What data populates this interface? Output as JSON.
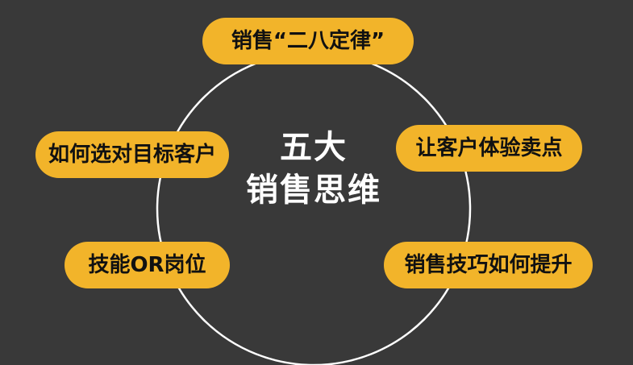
{
  "center": {
    "line1": "五大",
    "line2": "销售思维"
  },
  "items": {
    "top": "销售“二八定律”",
    "left": "如何选对目标客户",
    "right": "让客户体验卖点",
    "bottom_left": "技能OR岗位",
    "bottom_right": "销售技巧如何提升"
  },
  "colors": {
    "background": "#393939",
    "pill": "#f2b42a",
    "ring": "#ffffff",
    "center_text": "#ffffff"
  }
}
